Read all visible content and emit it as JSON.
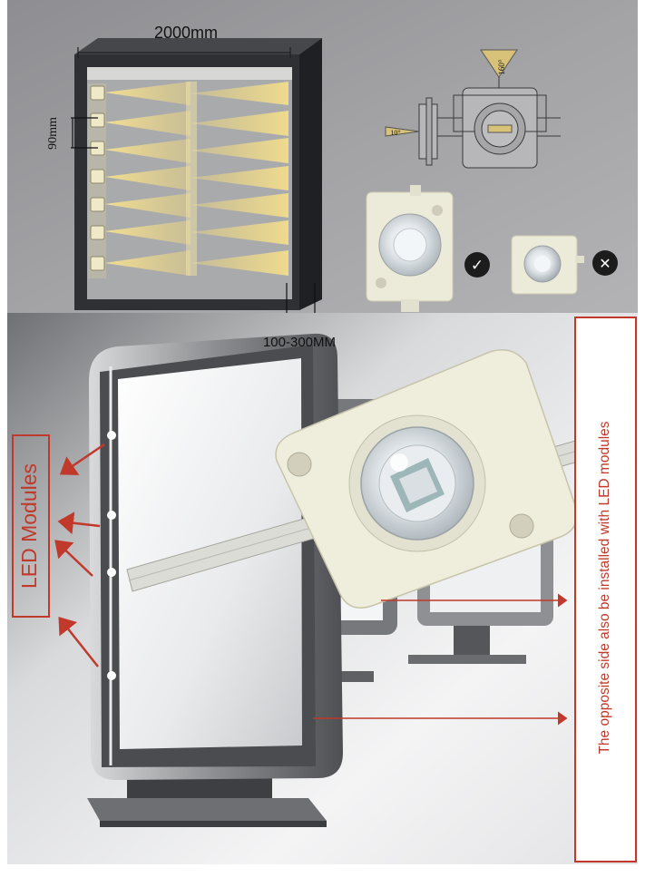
{
  "top_panel": {
    "width_label": "2000mm",
    "spacing_label": "90mm",
    "depth_label": "100-300MM",
    "beam_angle_label": "160°",
    "side_angle_label": "10°",
    "good_mark": "✓",
    "bad_mark": "✕"
  },
  "bottom_panel": {
    "led_label": "LED Modules",
    "note_label": "The opposite side also be installed with LED modules"
  },
  "colors": {
    "top_bg": "#9a9a9c",
    "frame_dark": "#3a3a3e",
    "beam_yellow": "#e8d28a",
    "callout_red": "#c0392b",
    "module_cream": "#efeedc"
  }
}
